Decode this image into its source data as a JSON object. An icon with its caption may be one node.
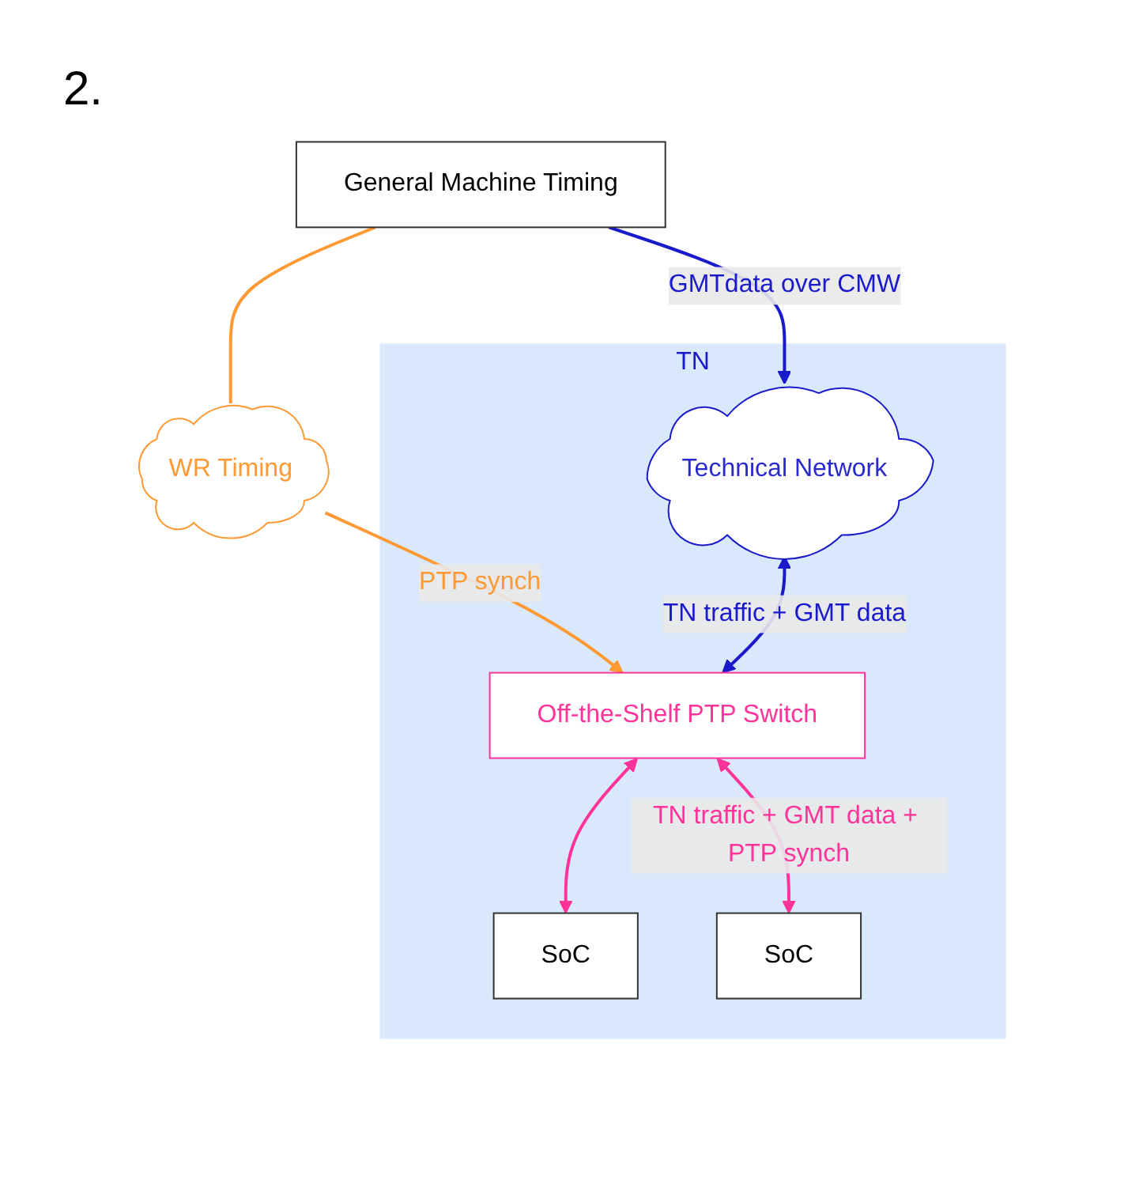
{
  "diagram": {
    "nodes": [
      {
        "text": [
          "General Machine Timing"
        ]
      },
      {
        "text": [
          "TN"
        ]
      },
      {
        "text": [
          "WR Timing"
        ]
      },
      {
        "text": [
          "Technical Network"
        ],
        "in": 1
      },
      {
        "text": [
          "Off-the-Shelf PTP Switch"
        ],
        "in": 1
      },
      {
        "text": [
          "SoC"
        ],
        "in": 1
      },
      {
        "text": [
          "SoC"
        ],
        "in": 1
      }
    ],
    "edges": [
      {
        "from": 0,
        "to": 2,
        "arrow": "none",
        "color": "#ff9933"
      },
      {
        "from": 2,
        "to": 4,
        "arrow": "to",
        "label": "PTP synch",
        "color": "#ff9933"
      },
      {
        "from": 0,
        "to": 3,
        "arrow": "to",
        "label": "GMTdata over CMW",
        "color": "#1a1acc"
      },
      {
        "from": 3,
        "to": 4,
        "arrow": "both",
        "label": "TN traffic + GMT data",
        "color": "#1a1acc"
      },
      {
        "from": 4,
        "to": 5,
        "arrow": "both",
        "color": "#ff3399"
      },
      {
        "from": 4,
        "to": 6,
        "arrow": "both",
        "label": "TN traffic + GMT data + PTP synch",
        "color": "#ff3399"
      }
    ],
    "labels": [
      "2."
    ]
  }
}
